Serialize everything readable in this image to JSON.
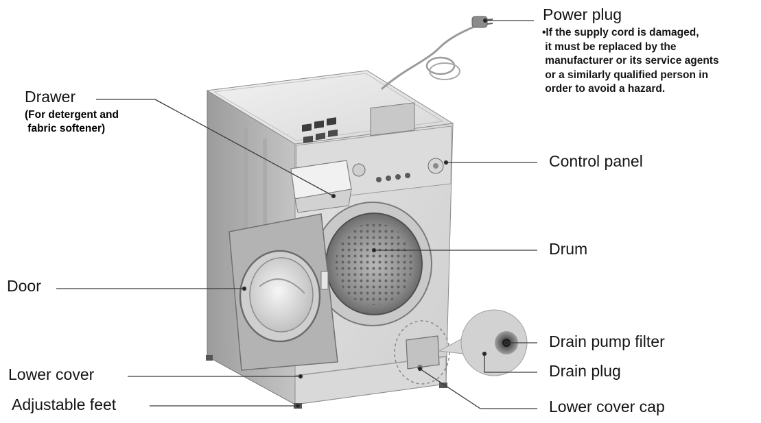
{
  "diagram": {
    "labels": {
      "power_plug": "Power plug",
      "power_plug_note": [
        "•If the supply cord is damaged,",
        " it must be replaced by the",
        " manufacturer or its service agents",
        " or a similarly qualified person in",
        " order to avoid a hazard."
      ],
      "drawer": "Drawer",
      "drawer_sub": [
        "(For detergent and",
        " fabric softener)"
      ],
      "control_panel": "Control panel",
      "drum": "Drum",
      "door": "Door",
      "drain_pump_filter": "Drain pump filter",
      "drain_plug": "Drain plug",
      "lower_cover": "Lower cover",
      "adjustable_feet": "Adjustable feet",
      "lower_cover_cap": "Lower cover cap"
    }
  }
}
